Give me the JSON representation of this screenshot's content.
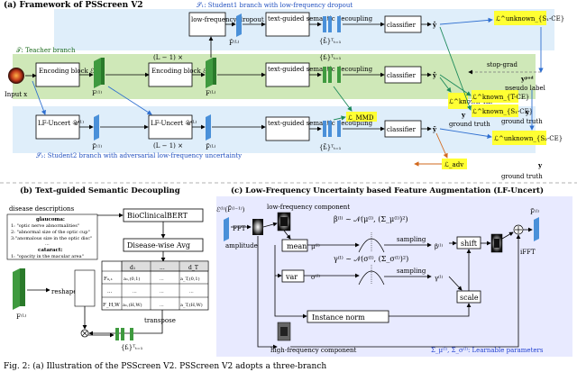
{
  "panel_a": {
    "title": "(a) Framework of PSScreen V2",
    "s1_label": "𝒮₁: Student1 branch with low-frequency dropout",
    "teacher_label": "𝒯: Teacher branch",
    "s2_label": "𝒮₂: Student2 branch with adversarial low-frequency uncertainty",
    "input_label": "Input x",
    "enc1": "Encoding block ℰ⁽¹⁾",
    "encL": "Encoding block ℰ⁽ᴸ⁾",
    "times": "(L − 1) ×",
    "lfdrop": "low-frequency dropout",
    "lfu1": "LF-Uncert 𝒰⁽¹⁾",
    "lfuL": "LF-Uncert 𝒰⁽ᴸ⁾",
    "tgsd": "text-guided semantic decoupling",
    "classifier": "classifier",
    "f1": "F⁽¹⁾",
    "fL": "F⁽ᴸ⁾",
    "f1_hat": "F̂⁽ᴸ⁾",
    "f1_tilde": "F̃⁽¹⁾",
    "fL_tilde": "F̃⁽ᴸ⁾",
    "ft_teacher": "{fₜ}ᵀₜ₌₁",
    "ft_s1": "{f̂ₜ}ᵀₜ₌₁",
    "ft_s2": "{f̃ₜ}ᵀₜ₌₁",
    "y_hat_s1": "ŷ",
    "y_hat_t": "ŷ",
    "y_tilde": "ỹ",
    "stop_grad": "stop-grad",
    "psd": "yᵖˢᵈ",
    "pseudo_label": "pseudo label",
    "ground_truth": "ground truth",
    "y": "y",
    "loss_s1_unknown": "ℒ^unknown_{S₁-CE}",
    "loss_mmd": "ℒ_MMD",
    "loss_kl_unknown": "ℒ^known_KL",
    "loss_t_known": "ℒ^known_{T-CE}",
    "loss_s1_known": "ℒ^known_{S₁-CE}",
    "loss_s2_unknown": "ℒ^unknown_{S₂-CE}",
    "loss_adv": "ℒ_adv",
    "colors": {
      "teacher_bg": "#cfe8b8",
      "s1_bg": "#dfeefa",
      "s2_bg": "#dfeefa",
      "loss_bg": "#ffff33",
      "feature_green": "#3f9a3f",
      "feature_blue": "#4a90d9",
      "blue_arrow": "#2f6fd0",
      "orange_arrow": "#d2691e"
    }
  },
  "panel_b": {
    "title": "(b) Text-guided Semantic Decoupling",
    "disease_descriptions": "disease descriptions",
    "glaucoma": "glaucoma:",
    "g1": "1: \"optic nerve abnormalities\"",
    "g2": "2: \"abnormal size of the optic cup\"",
    "g3": "3:\"anomalous size in the optic disc\"",
    "dots": "...",
    "cataract": "cataract:",
    "c1": "1: \"opacity in the macular area\"",
    "bert": "BioClinicalBERT",
    "avg": "Disease-wise Avg",
    "reshape": "reshape",
    "f_label": "F⁽ᴸ⁾",
    "transpose": "transpose",
    "ft": "{fₜ}ᵀₜ₌₁",
    "matrix": {
      "col_headers": [
        "d₁",
        "...",
        "d_T"
      ],
      "rows": [
        [
          "F₀,₁",
          "a₁,(0,1)",
          "...",
          "a_T,(0,1)"
        ],
        [
          "...",
          "...",
          "...",
          "..."
        ],
        [
          "F_H,W",
          "a₁,(H,W)",
          "...",
          "a_T,(H,W)"
        ]
      ]
    }
  },
  "panel_c": {
    "title": "(c) Low-Frequency Uncertainty based Feature Augmentation (LF-Uncert)",
    "input": "ℰ⁽ˡ⁾(F̃⁽ˡ⁻¹⁾)",
    "fft": "FFT",
    "amplitude": "amplitude",
    "lf_component": "low-frequency component",
    "hf_component": "high-frequency component",
    "mean": "mean",
    "var": "var",
    "mu": "μ⁽ˡ⁾",
    "sigma": "σ⁽ˡ⁾",
    "beta_eq": "β⁽ˡ⁾ ~ 𝒩(μ⁽ˡ⁾, (Σ_μ⁽ˡ⁾)²)",
    "gamma_eq": "γ⁽ˡ⁾ ~ 𝒩(σ⁽ˡ⁾, (Σ_σ⁽ˡ⁾)²)",
    "sampling": "sampling",
    "beta": "β⁽ˡ⁾",
    "gamma": "γ⁽ˡ⁾",
    "shift": "shift",
    "scale": "scale",
    "instance_norm": "Instance norm",
    "ifft": "iFFT",
    "output": "F̃⁽ˡ⁾",
    "learnable": "Σ_μ⁽ˡ⁾, Σ_σ⁽ˡ⁾: Learnable parameters",
    "colors": {
      "panel_bg": "#e8eaff",
      "param_color": "#1f3fd0"
    }
  },
  "caption": "Fig. 2: (a) Illustration of the PSScreen V2. PSScreen V2 adopts a three-branch"
}
